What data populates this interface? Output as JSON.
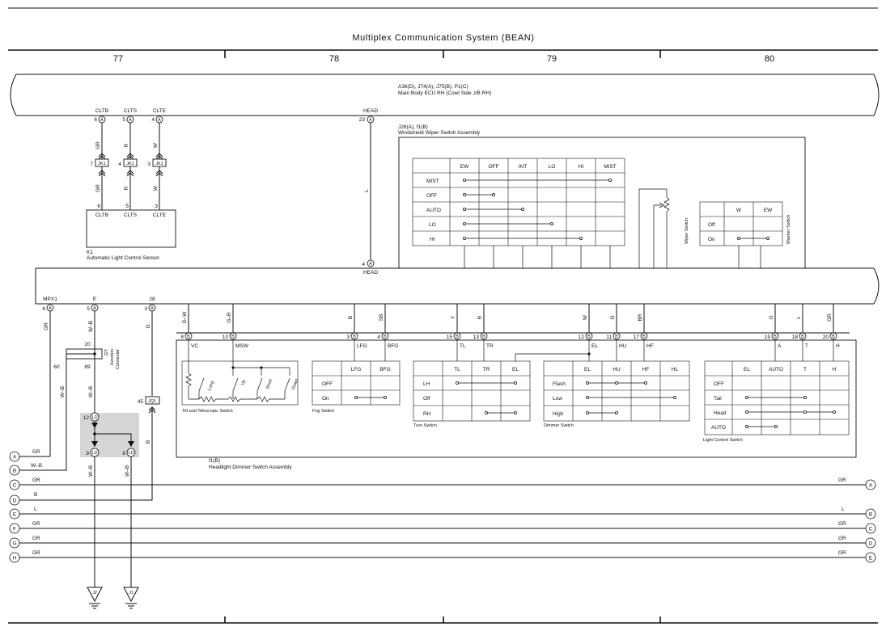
{
  "title": "Multiplex Communication System (BEAN)",
  "columns": [
    "77",
    "78",
    "79",
    "80"
  ],
  "ecu": {
    "top_id": "A36(D), J74(A), J75(B), P1(C)",
    "top_name": "Main Body ECU RH (Cowl Side J/B RH)",
    "top_pins": [
      {
        "label": "CLTB",
        "pin": "6",
        "conn": "A"
      },
      {
        "label": "CLTS",
        "pin": "5",
        "conn": "A"
      },
      {
        "label": "CLTE",
        "pin": "4",
        "conn": "A"
      },
      {
        "label": "HEAD",
        "pin": "23",
        "conn": "A"
      }
    ],
    "bottom_pins": [
      {
        "label": "MPX1",
        "pin": "6",
        "conn": "A"
      },
      {
        "label": "E",
        "pin": "5",
        "conn": "A"
      },
      {
        "label": "28",
        "pin": "3",
        "conn": "A"
      }
    ],
    "head_pin": {
      "label": "HEAD",
      "pin": "4",
      "conn": "A"
    }
  },
  "sensor": {
    "id": "K1",
    "name": "Automatic Light Control Sensor",
    "pins": [
      "CLTB",
      "CLTS",
      "CLTE"
    ],
    "pin_numbers": [
      "6",
      "5",
      "3"
    ],
    "wires": [
      "GR",
      "R",
      "W"
    ],
    "junction": [
      {
        "pin": "7",
        "conn": "JK1"
      },
      {
        "pin": "4",
        "conn": "JK1"
      },
      {
        "pin": "3",
        "conn": "JK1"
      }
    ]
  },
  "head_wire": "L",
  "wiper": {
    "id": "J26(A), f1(B)",
    "name": "Windshield Wiper Switch Assembly",
    "columns": [
      "EW",
      "OFF",
      "INT",
      "LO",
      "HI",
      "MIST"
    ],
    "rows": [
      "MIST",
      "OFF",
      "AUTO",
      "LO",
      "HI"
    ],
    "side_label": "Wiper Switch"
  },
  "washer": {
    "columns": [
      "W",
      "EW"
    ],
    "rows": [
      "Off",
      "On"
    ],
    "side_label": "Washer Switch"
  },
  "left_wires": {
    "mpx1": "GR",
    "e": "W–B",
    "e2": "W–B",
    "ch28": "G",
    "b": "B"
  },
  "j27": {
    "label": "J27",
    "sub1": "Junction",
    "sub2": "Connector",
    "pins": [
      "20",
      "60",
      "89"
    ]
  },
  "jq1": {
    "pin": "45",
    "conn": "JQ1"
  },
  "ld": [
    {
      "pin": "12",
      "conn": "LD"
    },
    {
      "pin": "9",
      "conn": "LD"
    },
    {
      "pin": "8",
      "conn": "LD"
    }
  ],
  "ld_wires": [
    "W–B",
    "W–B"
  ],
  "grounds": [
    "J2",
    "J1"
  ],
  "harness_wires": [
    {
      "name": "G–W",
      "pin": "8",
      "conn": "B",
      "sig": "VC"
    },
    {
      "name": "G–R",
      "pin": "10",
      "conn": "B",
      "sig": "MSW"
    },
    {
      "name": "B",
      "pin": "3",
      "conn": "B",
      "sig": "LFG"
    },
    {
      "name": "SB",
      "pin": "4",
      "conn": "B",
      "sig": "BFG"
    },
    {
      "name": "Y",
      "pin": "15",
      "conn": "B",
      "sig": "TL"
    },
    {
      "name": "R",
      "pin": "13",
      "conn": "B",
      "sig": "TR"
    },
    {
      "name": "W",
      "pin": "12",
      "conn": "B",
      "sig": "EL"
    },
    {
      "name": "G",
      "pin": "11",
      "conn": "B",
      "sig": "HU"
    },
    {
      "name": "BR",
      "pin": "17",
      "conn": "B",
      "sig": "HF"
    },
    {
      "name": "O",
      "pin": "19",
      "conn": "B",
      "sig": "A"
    },
    {
      "name": "L",
      "pin": "18",
      "conn": "B",
      "sig": "T"
    },
    {
      "name": "GR",
      "pin": "20",
      "conn": "B",
      "sig": "H"
    }
  ],
  "tilt": {
    "name": "Tilt and Telescopic Switch",
    "labels": [
      "Long",
      "Up",
      "Short",
      "Down"
    ]
  },
  "fog": {
    "name": "Fog Switch",
    "columns": [
      "LFG",
      "BFG"
    ],
    "rows": [
      "OFF",
      "On"
    ]
  },
  "turn": {
    "name": "Turn Switch",
    "columns": [
      "TL",
      "TR",
      "EL"
    ],
    "rows": [
      "LH",
      "Off",
      "RH"
    ]
  },
  "dimmer": {
    "name": "Dimmer Switch",
    "columns": [
      "EL",
      "HU",
      "HF",
      "HL"
    ],
    "rows": [
      "Flash",
      "Low",
      "High"
    ]
  },
  "light": {
    "name": "Light Control Switch",
    "columns": [
      "EL",
      "AUTO",
      "T",
      "H"
    ],
    "rows": [
      "OFF",
      "Tail",
      "Head",
      "AUTO"
    ]
  },
  "headlight_assy": {
    "id": "f1(B)",
    "name": "Headlight Dimmer Switch Assembly"
  },
  "bus_lines": [
    {
      "letter": "A",
      "color": "GR",
      "right_letter": "",
      "right_color": ""
    },
    {
      "letter": "B",
      "color": "W–B",
      "right_letter": "",
      "right_color": ""
    },
    {
      "letter": "C",
      "color": "GR",
      "right_letter": "A",
      "right_color": "GR"
    },
    {
      "letter": "D",
      "color": "B",
      "right_letter": "",
      "right_color": ""
    },
    {
      "letter": "E",
      "color": "L",
      "right_letter": "B",
      "right_color": "L"
    },
    {
      "letter": "F",
      "color": "GR",
      "right_letter": "C",
      "right_color": "GR"
    },
    {
      "letter": "G",
      "color": "GR",
      "right_letter": "D",
      "right_color": "GR"
    },
    {
      "letter": "H",
      "color": "GR",
      "right_letter": "E",
      "right_color": "GR"
    }
  ]
}
